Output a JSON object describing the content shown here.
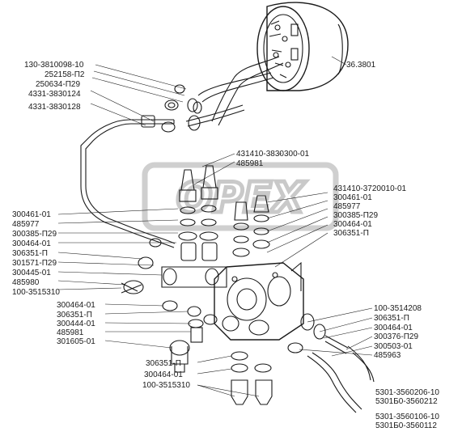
{
  "diagram": {
    "labels_left": [
      "130-3810098-10",
      "252158-П2",
      "250634-П29",
      "4331-3830124",
      "4331-3830128",
      "300461-01",
      "485977",
      "300385-П29",
      "300464-01",
      "306351-П",
      "301571-П29",
      "300445-01",
      "485980",
      "100-3515310",
      "300464-01",
      "306351-П",
      "300444-01",
      "485981",
      "301605-01",
      "306351-П",
      "300464-01",
      "100-3515310"
    ],
    "labels_right": [
      "36.3801",
      "431410-3830300-01",
      "485981",
      "431410-3720010-01",
      "300461-01",
      "485977",
      "300385-П29",
      "300464-01",
      "306351-П",
      "100-3514208",
      "306351-П",
      "300464-01",
      "300376-П29",
      "300503-01",
      "485963",
      "5301-3560206-10",
      "5301Б0-3560212",
      "5301-3560106-10",
      "5301Б0-3560112"
    ],
    "watermark": "OPEX",
    "ink_color": "#1a1a1a",
    "watermark_color": "#c9c9c9"
  }
}
